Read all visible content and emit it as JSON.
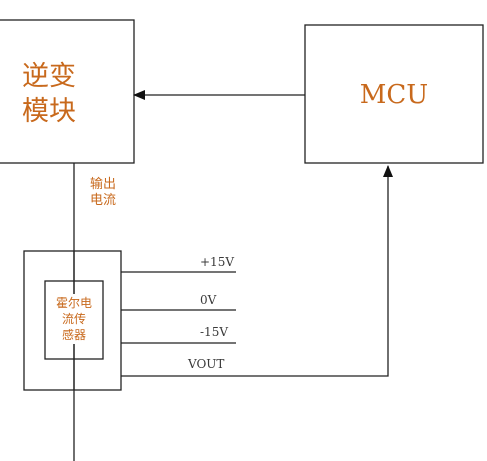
{
  "inverter_block": {
    "line1": "逆变",
    "line2": "模块"
  },
  "mcu_block": {
    "label": "MCU"
  },
  "output_current_label": {
    "line1": "输出",
    "line2": "电流"
  },
  "hall_sensor": {
    "line1": "霍尔电",
    "line2": "流传",
    "line3": "感器"
  },
  "pins": [
    {
      "label": "+15V"
    },
    {
      "label": "0V"
    },
    {
      "label": "-15V"
    },
    {
      "label": "VOUT"
    }
  ],
  "colors": {
    "label_orange": "#c8691c",
    "line": "#222222"
  }
}
